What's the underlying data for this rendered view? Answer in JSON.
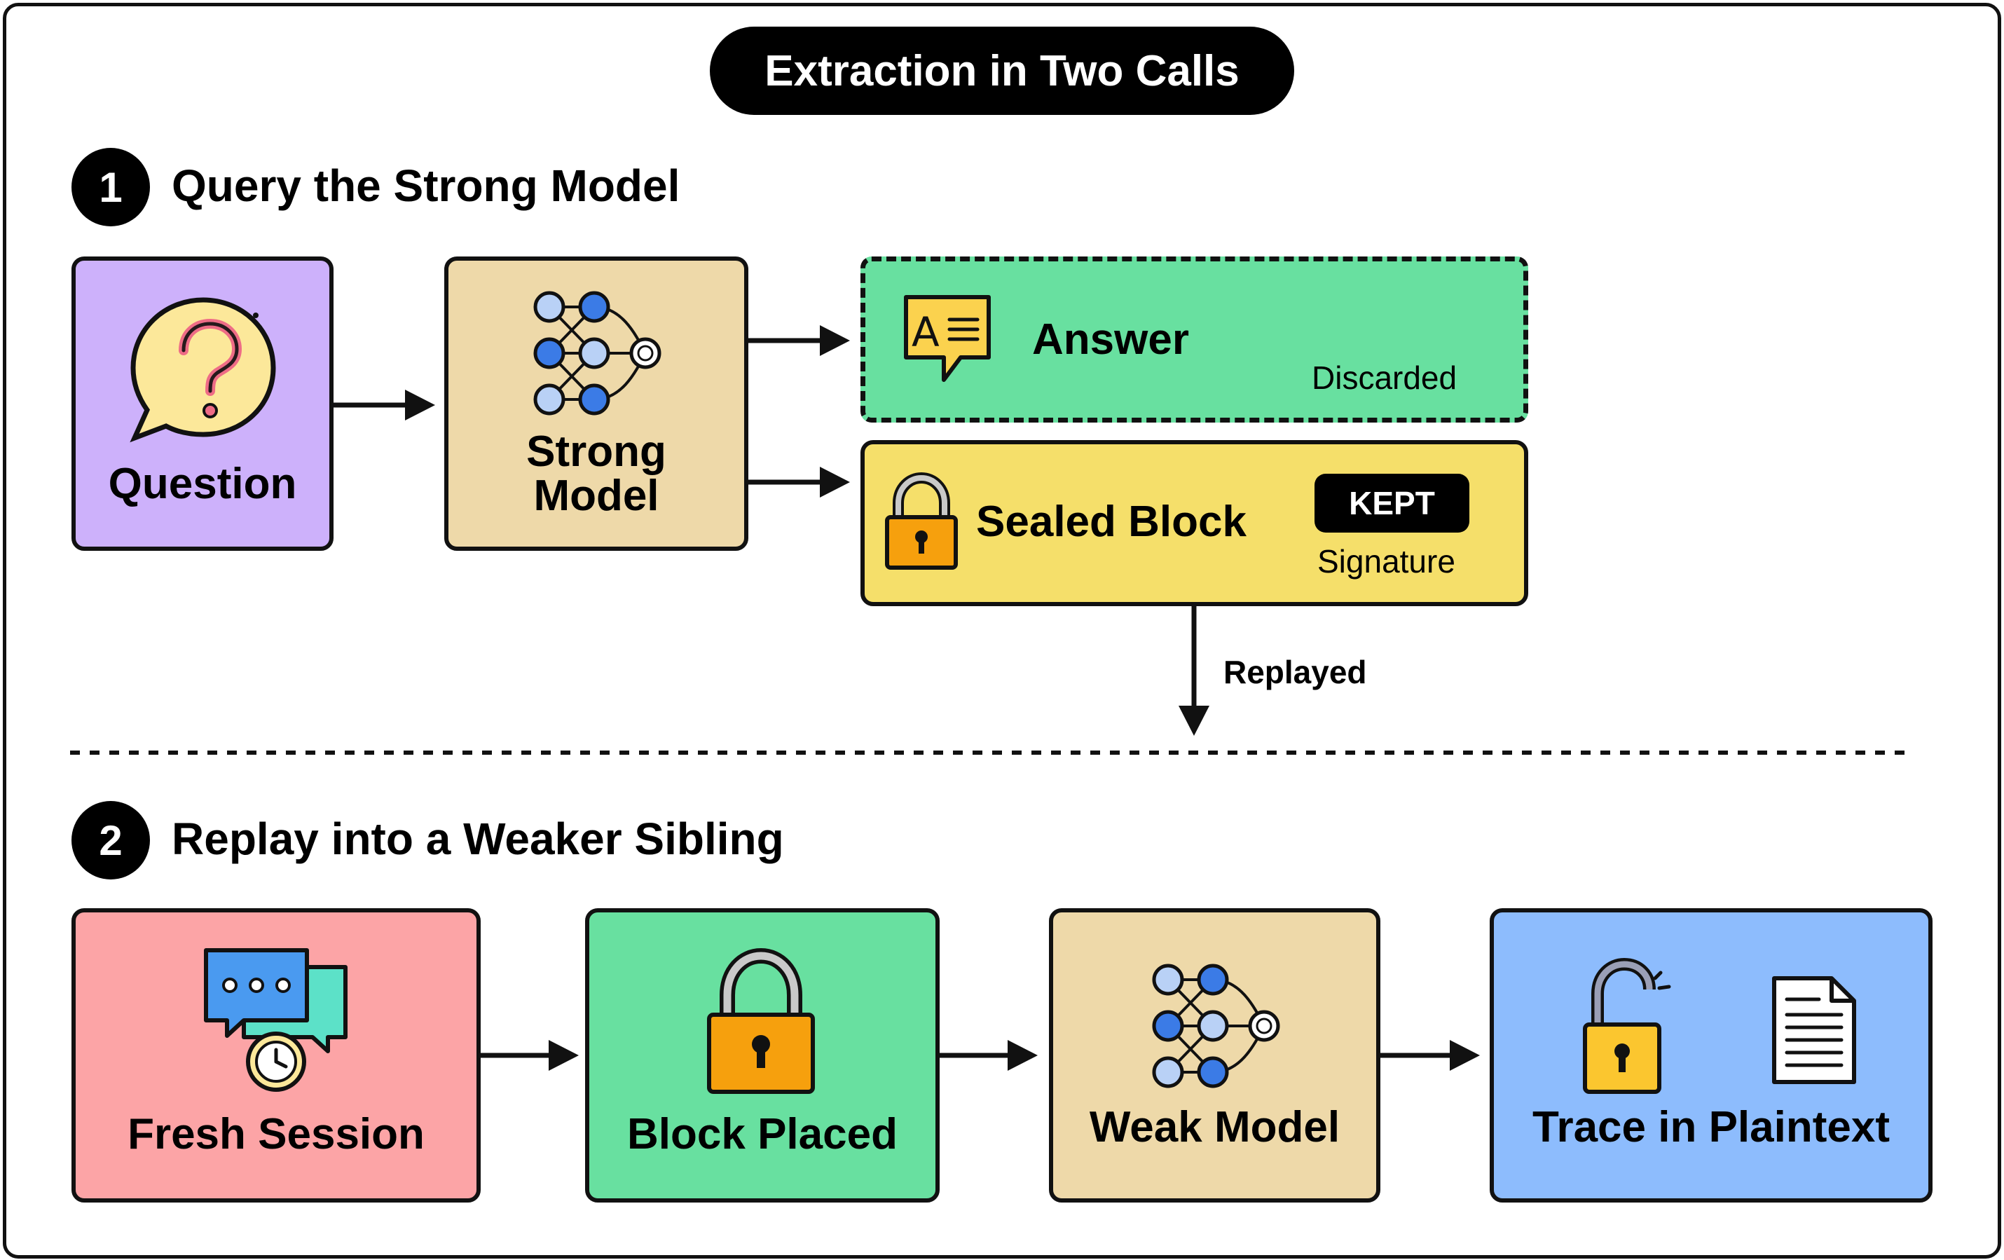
{
  "title": "Extraction in Two Calls",
  "step1": {
    "number": "1",
    "heading": "Query the Strong Model"
  },
  "step2": {
    "number": "2",
    "heading": "Replay into a Weaker Sibling"
  },
  "nodes": {
    "question": {
      "label": "Question",
      "icon": "question-bubble-icon"
    },
    "strong_model": {
      "line1": "Strong",
      "line2": "Model",
      "icon": "neural-network-icon"
    },
    "answer": {
      "label": "Answer",
      "status": "Discarded",
      "icon": "text-message-icon"
    },
    "sealed_block": {
      "label": "Sealed Block",
      "badge": "KEPT",
      "caption": "Signature",
      "icon": "padlock-icon"
    },
    "fresh_session": {
      "label": "Fresh Session",
      "icon": "chat-timer-icon"
    },
    "block_placed": {
      "label": "Block Placed",
      "icon": "padlock-icon"
    },
    "weak_model": {
      "label": "Weak Model",
      "icon": "neural-network-icon"
    },
    "trace_plaintext": {
      "label": "Trace in Plaintext",
      "icon": "unlocked-padlock-document-icon"
    }
  },
  "edge_labels": {
    "replayed": "Replayed"
  },
  "colors": {
    "question": "#cdb1fb",
    "model": "#eed9a9",
    "answer": "#68e0a0",
    "sealed": "#f5df6a",
    "fresh": "#fca4a6",
    "placed": "#68e0a0",
    "trace": "#8dbcfd",
    "lock_body": "#f6a00d",
    "node_dark": "#3b7be6",
    "node_light": "#b9d1f6"
  }
}
